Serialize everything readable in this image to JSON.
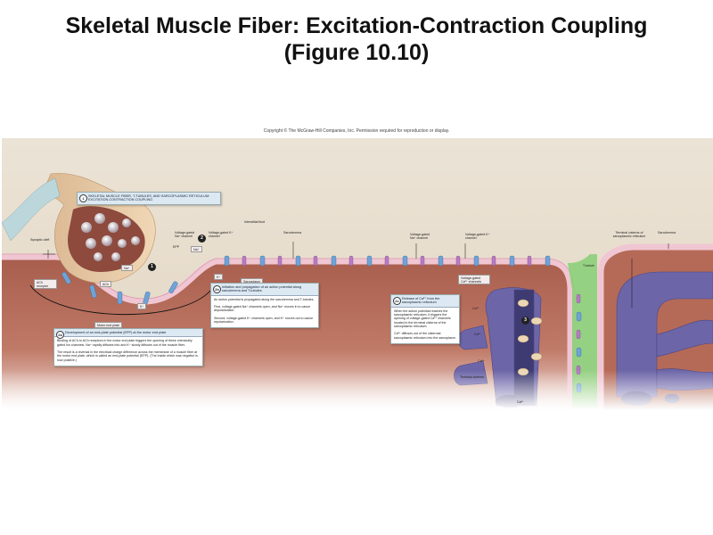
{
  "slide": {
    "title_line1": "Skeletal Muscle Fiber: Excitation-Contraction Coupling",
    "title_line2": "(Figure 10.10)",
    "copyright": "Copyright © The McGraw-Hill Companies, Inc. Permission required for reproduction or display."
  },
  "figure": {
    "colors": {
      "interstitial": "#ebe3d6",
      "sarcoplasm": "#b56a58",
      "sarcolemma": "#f0c6d2",
      "t_tubule": "#8ccf7a",
      "sr": "#6c65a8",
      "na_channel": "#b77cc4",
      "k_channel": "#6fa3d6",
      "panel_header": "#dce9f3"
    },
    "labels": {
      "interstitial_fluid": "Interstitial fluid",
      "sarcolemma_1": "Sarcolemma",
      "sarcolemma_2": "Sarcolemma",
      "synaptic_cleft": "Synaptic cleft",
      "ach_receptor": "ACh receptor",
      "ach": "ACh",
      "na_plus_1": "Na⁺",
      "na_plus_2": "Na⁺",
      "k_plus_1": "K⁺",
      "k_plus_2": "K⁺",
      "motor_end_plate": "Motor end plate",
      "epp": "EPP",
      "vg_na_channel_1": "Voltage-gated Na⁺ channel",
      "vg_k_channel_1": "Voltage-gated K⁺ channel",
      "vg_na_channel_2": "Voltage-gated Na⁺ channel",
      "vg_k_channel_2": "Voltage-gated K⁺ channel",
      "sarcoplasm": "Sarcoplasm",
      "vg_ca_channels": "Voltage-gated Ca²⁺ channels",
      "t_tubule": "T-tubule",
      "terminal_cisterns_label": "Terminal cisterns of sarcoplasmic reticulum",
      "terminal_cisterns": "Terminal cisterns",
      "ca_1": "Ca²⁺",
      "ca_2": "Ca²⁺",
      "ca_3": "Ca²⁺",
      "ca_4": "Ca²⁺"
    },
    "step_numbers": [
      "1",
      "2",
      "3"
    ],
    "panels": [
      {
        "num": "1",
        "title": "SKELETAL MUSCLE FIBER, T-TUBULES, AND SARCOPLASMIC RETICULUM: EXCITATION-CONTRACTION COUPLING",
        "paragraphs": []
      },
      {
        "num": "2a",
        "title": "Development of an end-plate potential (EPP) at the motor end plate",
        "paragraphs": [
          "Binding of ACh to ACh receptors in the motor end plate triggers the opening of these chemically gated ion channels. Na⁺ rapidly diffuses into and K⁺ slowly diffuses out of the muscle fiber.",
          "The result is a reversal in the electrical charge difference across the membrane of a muscle fiber at the motor end plate, which is called an end-plate potential (EPP). (The inside which was negative is now positive.)"
        ]
      },
      {
        "num": "2b",
        "title": "Initiation and propagation of an action potential along sarcolemma and T-tubules",
        "paragraphs": [
          "An action potential is propagated along the sarcolemma and T-tubules.",
          "First, voltage-gated Na⁺ channels open, and Na⁺ moves in to cause depolarization.",
          "Second, voltage-gated K⁺ channels open, and K⁺ moves out to cause repolarization."
        ]
      },
      {
        "num": "2c",
        "title": "Release of Ca²⁺ from the sarcoplasmic reticulum",
        "paragraphs": [
          "When the action potential reaches the sarcoplasmic reticulum, it triggers the opening of voltage-gated Ca²⁺ channels located in the terminal cisterns of the sarcoplasmic reticulum.",
          "Ca²⁺ diffuses out of the cisternae sarcoplasmic reticulum into the sarcoplasm."
        ]
      }
    ]
  }
}
